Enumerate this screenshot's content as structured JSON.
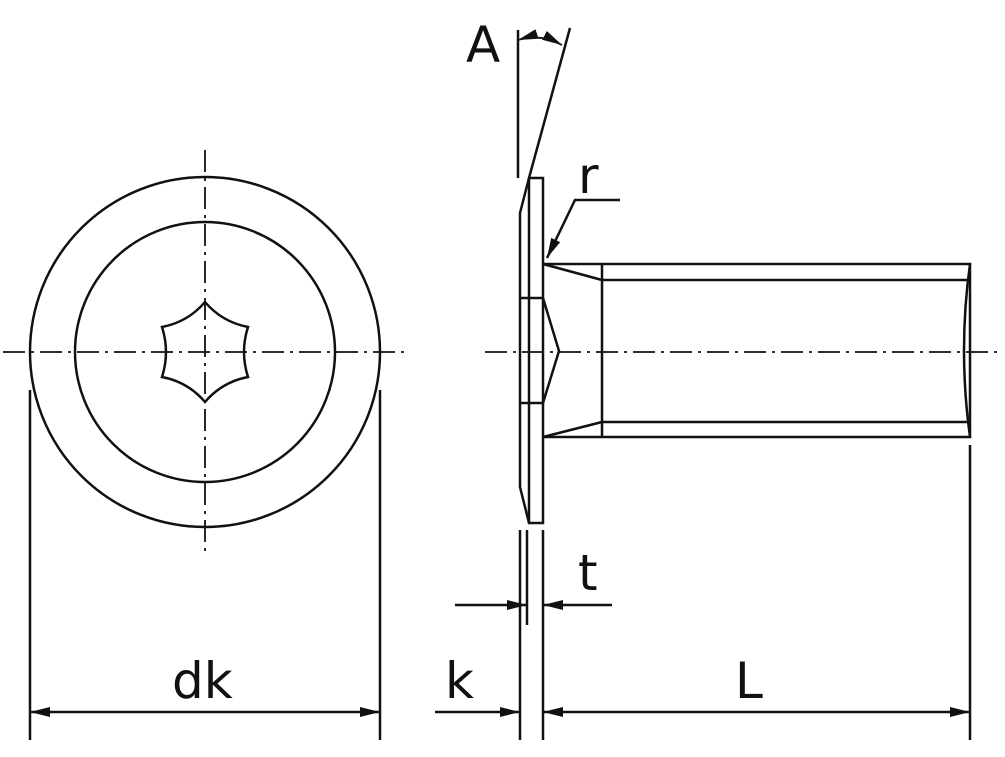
{
  "labels": {
    "angle": "A",
    "radius": "r",
    "head_diameter": "dk",
    "head_height": "k",
    "thickness": "t",
    "length": "L"
  },
  "colors": {
    "line": "#111111",
    "background": "#ffffff"
  }
}
